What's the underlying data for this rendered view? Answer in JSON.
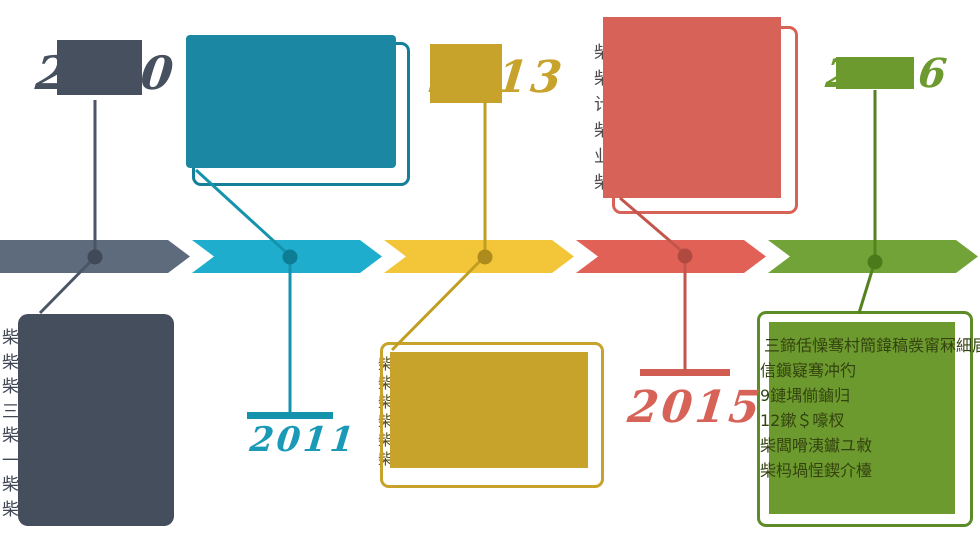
{
  "type": "timeline-infographic",
  "background": "#ffffff",
  "palette": {
    "slate_arrow": "#5d6b7c",
    "slate_box": "#454e5c",
    "slate_line": "#4a5565",
    "slate_dot": "#3f4958",
    "teal_arrow": "#1fadcd",
    "teal_box": "#1b87a2",
    "teal_outline": "#157f9a",
    "teal_line": "#1593ad",
    "teal_dot": "#0d7c95",
    "yellow_arrow": "#f2c638",
    "yellow_box": "#c7a32b",
    "yellow_line": "#c19d22",
    "yellow_dot": "#ad8c1d",
    "red_arrow": "#e26157",
    "red_box": "#d76258",
    "red_line": "#c2564d",
    "red_dot": "#b04a41",
    "green_arrow": "#72a338",
    "green_box": "#6d9a2e",
    "green_outline": "#5d8c26",
    "green_line": "#55821e",
    "green_dot": "#4c7a1a"
  },
  "milestones": [
    {
      "year": "2010",
      "color": "slate",
      "lines": [
        "柴鍒涗笟鍘嗙▼鍥",
        "柴娌规満缁勭爺鍙",
        "柴鑱斿悎鏀诲叧缁",
        "三澶ф牳蹇冪獊鐮",
        "柴浜у搧绾挎垚鍨",
        "一鏈熷熀鍦板缓鎴",
        "柴甯傚満娓犻亾寤",
        "柴鍝佺墝鎻愬崌骞"
      ]
    },
    {
      "year": "2011",
      "color": "teal",
      "lines": []
    },
    {
      "year": "2013",
      "color": "yellow",
      "lines": [
        "柴鎶€鏈腑蹇冭",
        "柴鏅鸿兘鍒堕€犵",
        "柴骞村害閿€閲忛",
        "柴鍞悗鏈嶅姟缃",
        "柴琛屼笟鏍囧噯鍙",
        "柴鏍稿績閮ㄤ欢鑷"
      ]
    },
    {
      "year": "2015",
      "color": "red",
      "lines": [
        "柴涓氭垬鐣ュ崌绾",
        "柴鏂颁骇鍝佸彂甯",
        "计鍒掍骇鑳藉鍊嶅",
        "柴娴峰鎷撳睍甯",
        "业鍔＄粨鏋勪紭鍖",
        "柴鍝佽川绠＄悊璁"
      ]
    },
    {
      "year": "2016",
      "color": "green",
      "line_top": "三鍗佸懆骞村簡鍏稿彂甯冧細届",
      "lines": [
        "信鎭寲骞冲彴",
        "9鏈堣偂鏀归",
        "12鏉＄嚎杈",
        "柴闆嗗洟钀ユ敹",
        "柴杩堝悜鍥介檯"
      ]
    }
  ]
}
